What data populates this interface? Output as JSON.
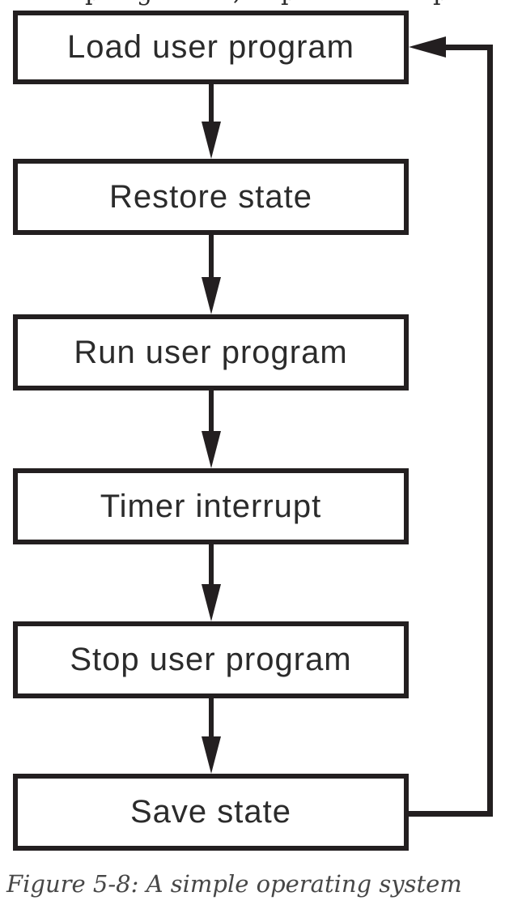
{
  "figure": {
    "caption": "Figure 5-8: A simple operating system",
    "type": "flowchart"
  },
  "clipped_top_text": {
    "note": "bottom descenders of a clipped serif text line",
    "fragments": [
      "p",
      "g",
      ",",
      "p",
      "p"
    ]
  },
  "flowchart": {
    "boxes": [
      {
        "label": "Load user program"
      },
      {
        "label": "Restore state"
      },
      {
        "label": "Run user program"
      },
      {
        "label": "Timer interrupt"
      },
      {
        "label": "Stop user program"
      },
      {
        "label": "Save state"
      }
    ],
    "arrows": [
      {
        "from": "Load user program",
        "to": "Restore state",
        "direction": "down"
      },
      {
        "from": "Restore state",
        "to": "Run user program",
        "direction": "down"
      },
      {
        "from": "Run user program",
        "to": "Timer interrupt",
        "direction": "down"
      },
      {
        "from": "Timer interrupt",
        "to": "Stop user program",
        "direction": "down"
      },
      {
        "from": "Stop user program",
        "to": "Save state",
        "direction": "down"
      },
      {
        "from": "Save state",
        "to": "Load user program",
        "direction": "right-side feedback loop"
      }
    ]
  },
  "colors": {
    "line": "#231f20",
    "box_background": "#ffffff",
    "box_text": "#2b2b2b",
    "caption_text": "#474747",
    "page_background": "#ffffff"
  }
}
